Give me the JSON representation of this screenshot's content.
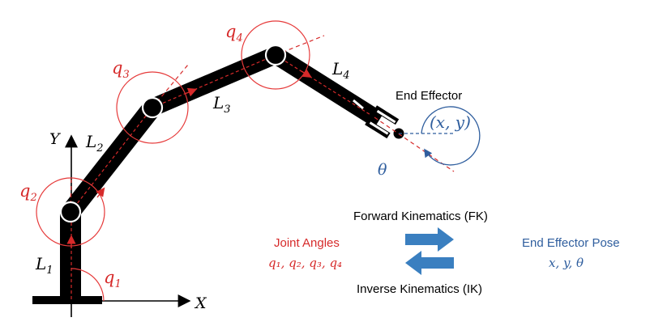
{
  "colors": {
    "arm": "#000000",
    "joint_circle": "#e63a3a",
    "angle_text": "#d62a2a",
    "pose_text": "#2f5e9e",
    "fk_arrow": "#3a7fc0",
    "axis": "#000000"
  },
  "axes": {
    "x_label": "X",
    "y_label": "Y"
  },
  "links": {
    "l1": "L",
    "l2": "L",
    "l3": "L",
    "l4": "L",
    "l1_sub": "1",
    "l2_sub": "2",
    "l3_sub": "3",
    "l4_sub": "4"
  },
  "joints": {
    "q1": "q",
    "q2": "q",
    "q3": "q",
    "q4": "q",
    "q1_sub": "1",
    "q2_sub": "2",
    "q3_sub": "3",
    "q4_sub": "4"
  },
  "end_effector": {
    "label": "End Effector",
    "pose": "(x, y)",
    "angle": "θ"
  },
  "kinematics": {
    "forward_label": "Forward Kinematics (FK)",
    "inverse_label": "Inverse Kinematics (IK)",
    "joint_angles_title": "Joint Angles",
    "joint_angles_values": "q₁, q₂, q₃, q₄",
    "pose_title": "End Effector Pose",
    "pose_values": "x, y, θ"
  }
}
